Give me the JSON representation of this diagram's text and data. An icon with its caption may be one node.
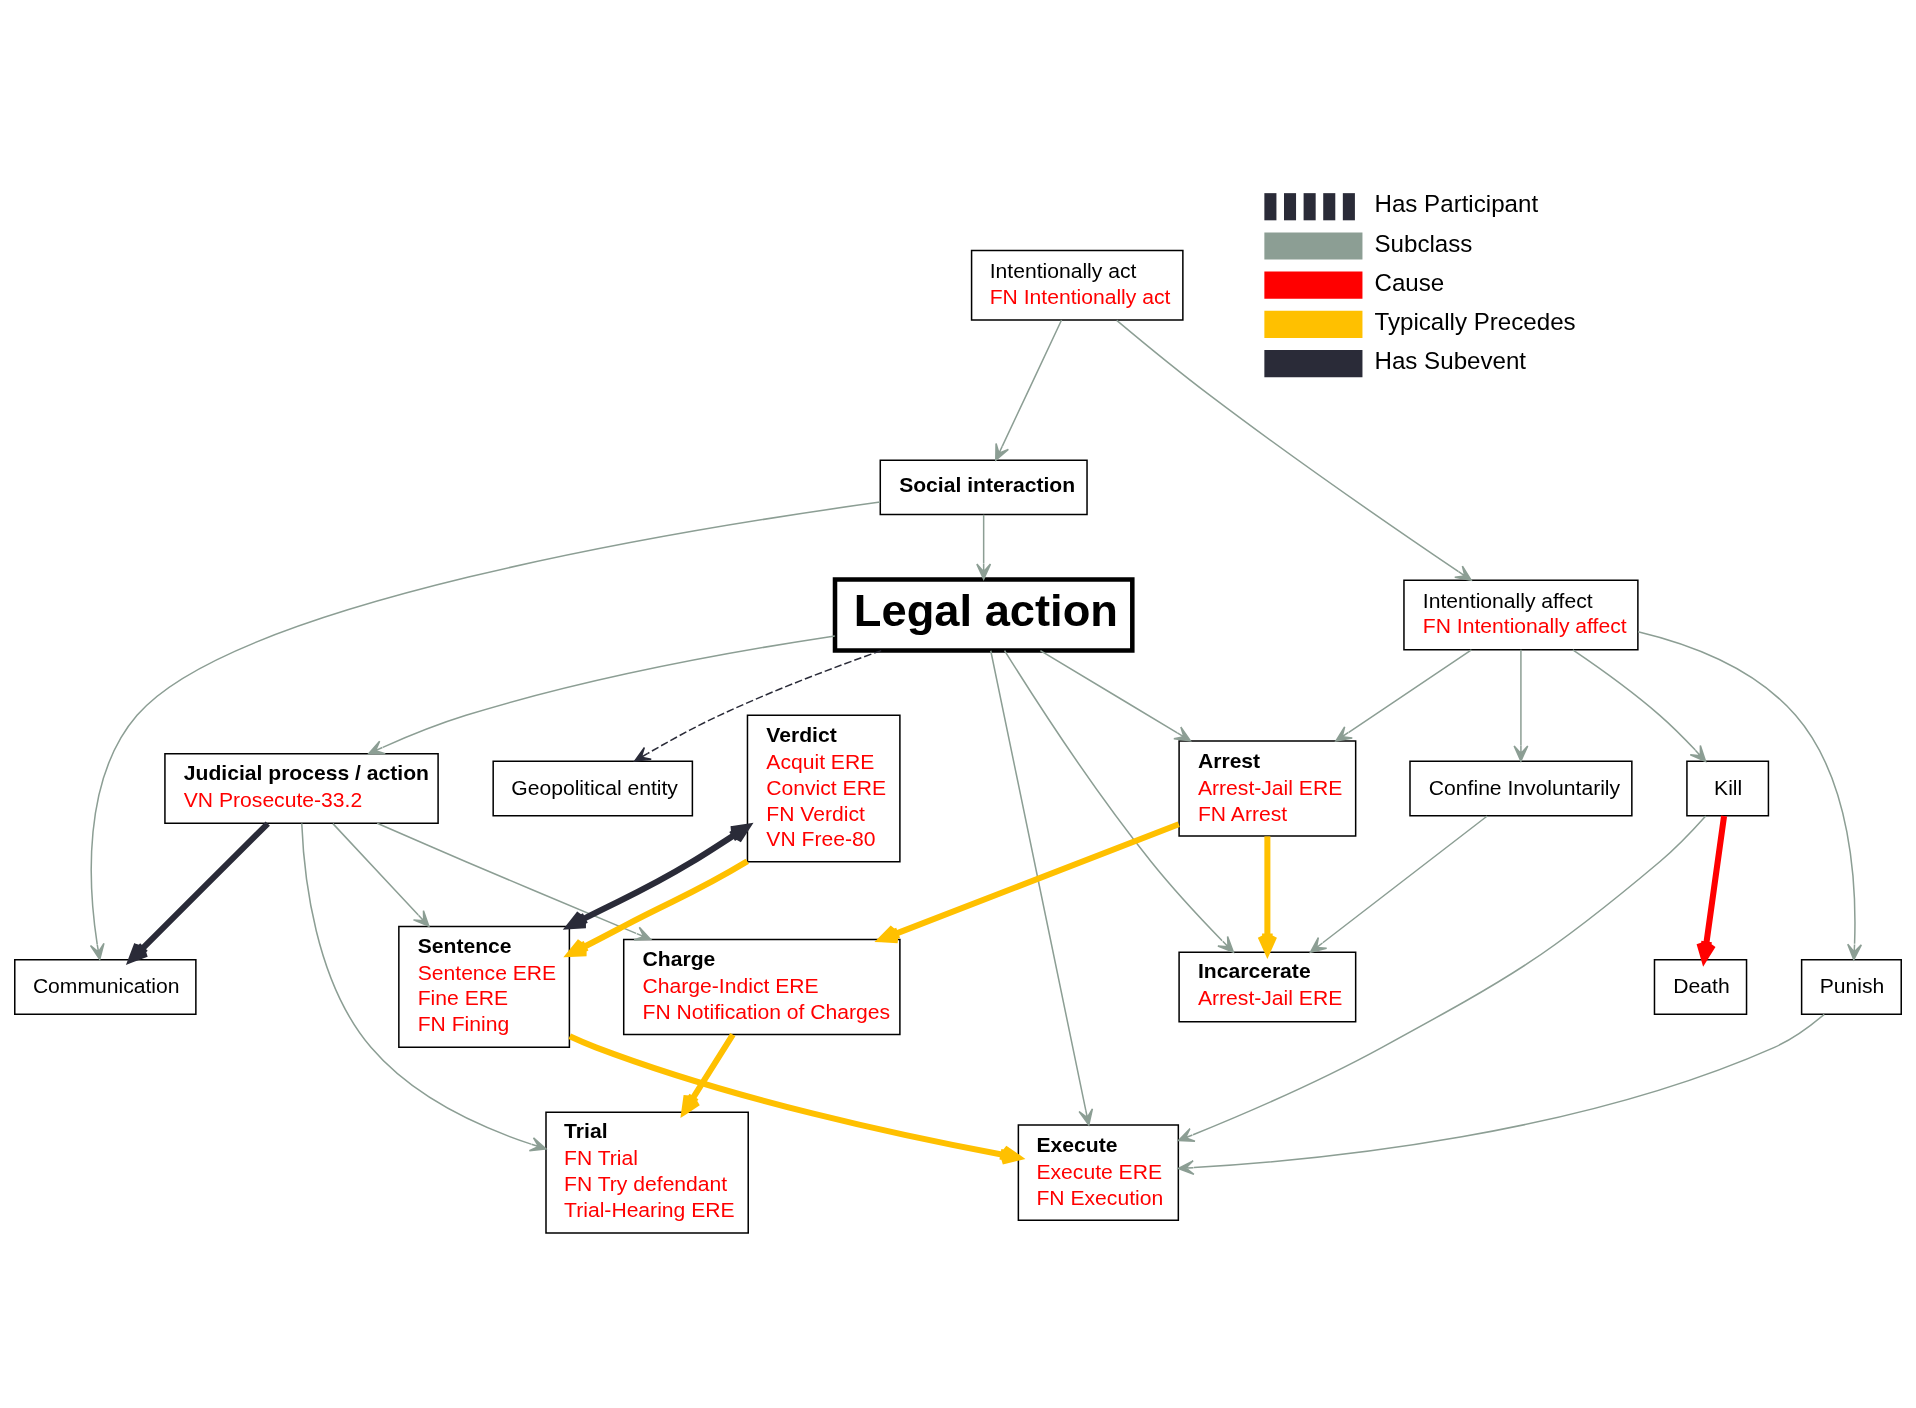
{
  "diagram": {
    "nodes": [
      {
        "text": [
          "Intentionally act",
          "FN Intentionally act"
        ]
      },
      {
        "text": [
          "Intentionally affect",
          "FN Intentionally affect"
        ]
      },
      {
        "text": [
          "Social interaction"
        ]
      },
      {
        "text": [
          "Legal action"
        ]
      },
      {
        "text": [
          "Geopolitical entity"
        ]
      },
      {
        "text": [
          "Punish"
        ]
      },
      {
        "text": [
          "Confine Involuntarily"
        ]
      },
      {
        "text": [
          "Judicial process / action",
          "VN Prosecute-33.2"
        ]
      },
      {
        "text": [
          "Kill"
        ]
      },
      {
        "text": [
          "Death"
        ]
      },
      {
        "text": [
          "Arrest",
          "Arrest-Jail ERE",
          "FN Arrest"
        ]
      },
      {
        "text": [
          "Incarcerate",
          "Arrest-Jail ERE"
        ]
      },
      {
        "text": [
          "Communication"
        ]
      },
      {
        "text": [
          "Charge",
          "Charge-Indict ERE",
          "FN Notification of Charges"
        ]
      },
      {
        "text": [
          "Trial",
          "FN Trial",
          "FN Try defendant",
          "Trial-Hearing ERE"
        ]
      },
      {
        "text": [
          "Verdict",
          "Acquit ERE",
          "Convict ERE",
          "FN Verdict",
          "VN Free-80"
        ]
      },
      {
        "text": [
          "Sentence",
          "Sentence ERE",
          "Fine ERE",
          "FN Fining"
        ]
      },
      {
        "text": [
          "Execute",
          "Execute ERE",
          "FN Execution"
        ]
      }
    ],
    "edges": [
      {
        "from": 0,
        "to": 1,
        "arrow": "to"
      },
      {
        "from": 0,
        "to": 2,
        "arrow": "to"
      },
      {
        "from": 2,
        "to": 3,
        "arrow": "to"
      },
      {
        "from": 2,
        "to": 12,
        "arrow": "to"
      },
      {
        "from": 3,
        "to": 4,
        "arrow": "to",
        "style": "dashed",
        "color": "#2a2b38"
      },
      {
        "from": 1,
        "to": 5,
        "arrow": "to"
      },
      {
        "from": 1,
        "to": 8,
        "arrow": "to"
      },
      {
        "from": 1,
        "to": 6,
        "arrow": "to"
      },
      {
        "from": 1,
        "to": 10,
        "arrow": "to"
      },
      {
        "from": 3,
        "to": 10,
        "arrow": "to"
      },
      {
        "from": 3,
        "to": 11,
        "arrow": "to"
      },
      {
        "from": 3,
        "to": 7,
        "arrow": "to"
      },
      {
        "from": 3,
        "to": 17,
        "arrow": "to"
      },
      {
        "from": 6,
        "to": 11,
        "arrow": "to"
      },
      {
        "from": 8,
        "to": 9,
        "arrow": "to",
        "style": "thick",
        "color": "#ff0000"
      },
      {
        "from": 5,
        "to": 17,
        "arrow": "to"
      },
      {
        "from": 8,
        "to": 17,
        "arrow": "to"
      },
      {
        "from": 7,
        "to": 12,
        "arrow": "to",
        "style": "thick",
        "color": "#2a2b38"
      },
      {
        "from": 7,
        "to": 13,
        "arrow": "to"
      },
      {
        "from": 7,
        "to": 14,
        "arrow": "to"
      },
      {
        "from": 7,
        "to": 16,
        "arrow": "to"
      },
      {
        "from": 10,
        "to": 11,
        "arrow": "to",
        "style": "thick",
        "color": "#ffc000"
      },
      {
        "from": 10,
        "to": 13,
        "arrow": "to",
        "style": "thick",
        "color": "#ffc000"
      },
      {
        "from": 13,
        "to": 14,
        "arrow": "to",
        "style": "thick",
        "color": "#ffc000"
      },
      {
        "from": 15,
        "to": 16,
        "arrow": "both",
        "style": "thick",
        "color": "#2a2b38"
      },
      {
        "from": 15,
        "to": 16,
        "arrow": "to",
        "style": "thick",
        "color": "#ffc000"
      },
      {
        "from": 16,
        "to": 17,
        "arrow": "to",
        "style": "thick",
        "color": "#ffc000"
      }
    ],
    "legend": [
      {
        "text": "Has Participant"
      },
      {
        "text": "Subclass"
      },
      {
        "text": "Cause"
      },
      {
        "text": "Typically Precedes"
      },
      {
        "text": "Has Subevent"
      }
    ]
  }
}
